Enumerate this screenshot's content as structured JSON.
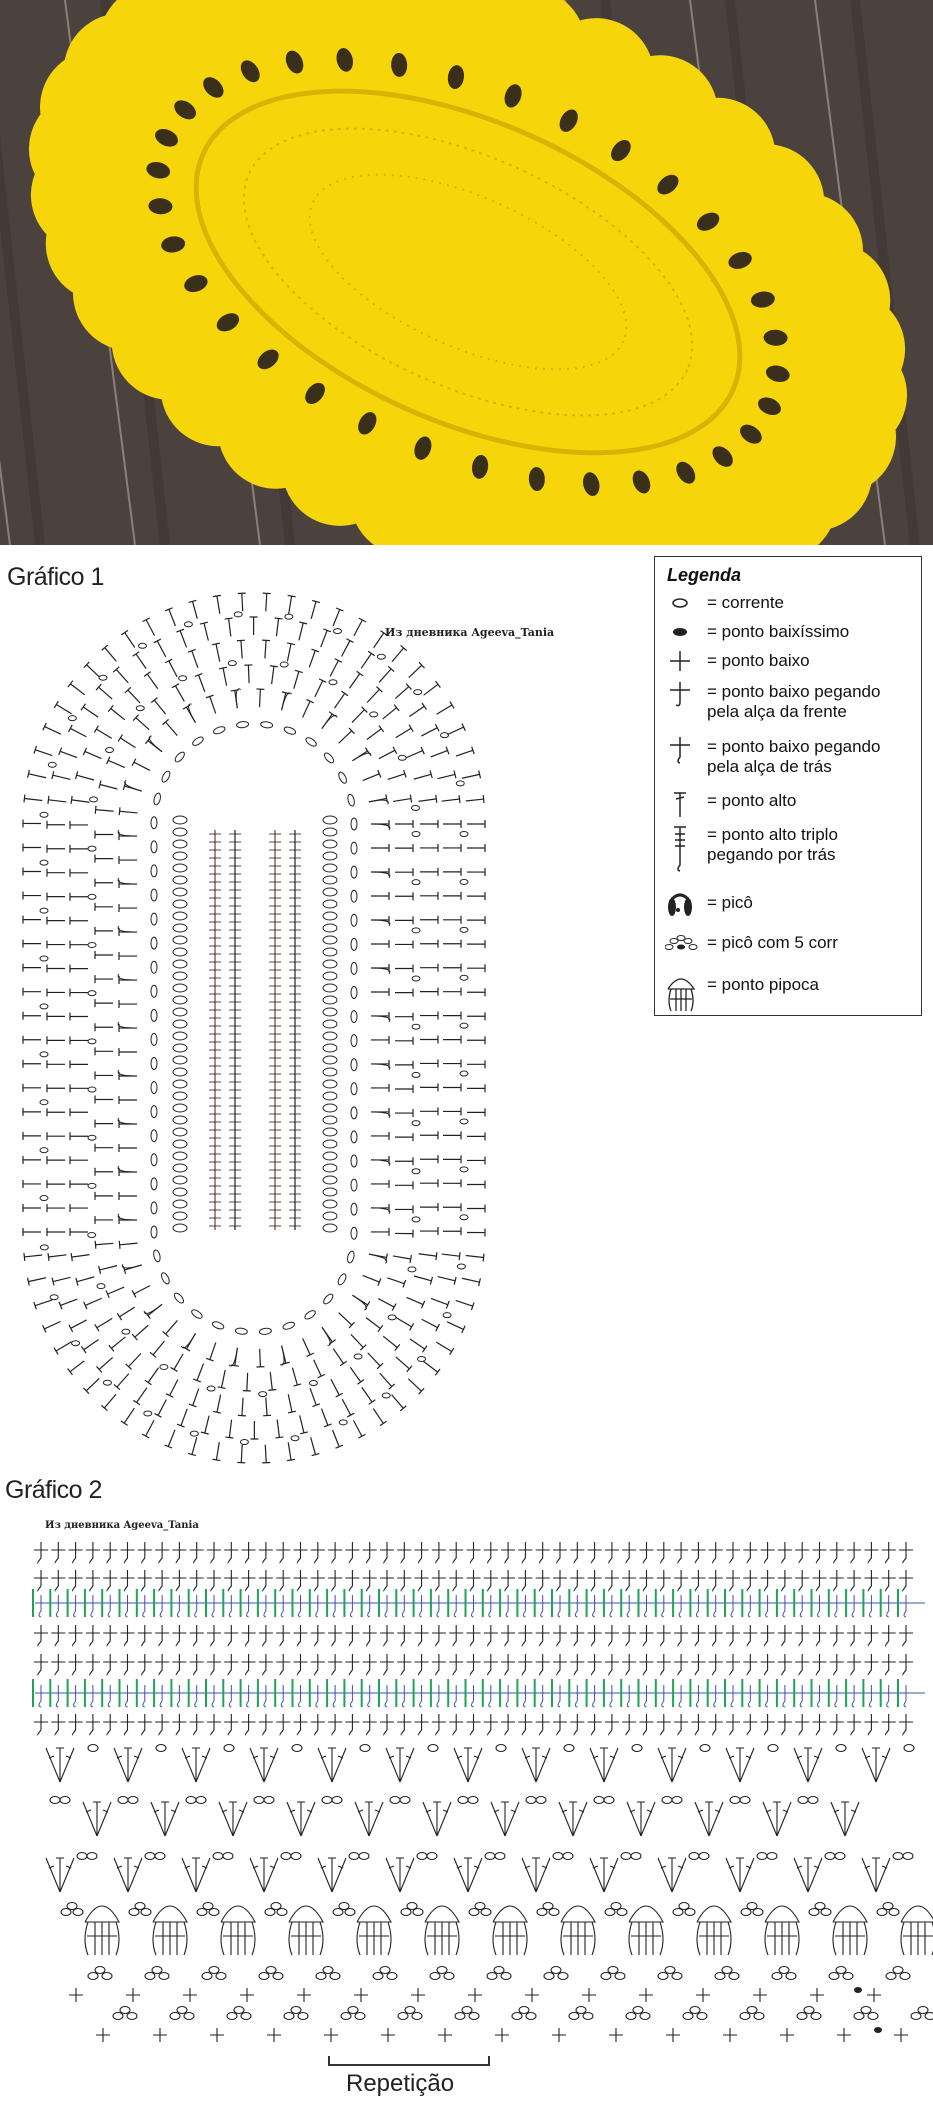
{
  "graph1": {
    "title": "Gráfico 1",
    "watermark": "Из дневника Ageeva_Tania"
  },
  "graph2": {
    "title": "Gráfico 2",
    "watermark": "Из дневника Ageeva_Tania",
    "repeat_label": "Repetição"
  },
  "legend": {
    "title": "Legenda",
    "items": [
      {
        "icon": "chain-icon",
        "label": "= corrente"
      },
      {
        "icon": "slip-stitch-icon",
        "label": "= ponto baixíssimo"
      },
      {
        "icon": "single-crochet-icon",
        "label": "= ponto baixo"
      },
      {
        "icon": "sc-front-loop-icon",
        "label": "= ponto baixo pegando\npela alça da frente"
      },
      {
        "icon": "sc-back-loop-icon",
        "label": "= ponto baixo pegando\npela alça de trás"
      },
      {
        "icon": "double-crochet-icon",
        "label": "= ponto alto"
      },
      {
        "icon": "triple-crochet-back-post-icon",
        "label": "= ponto alto triplo\npegando por trás"
      },
      {
        "icon": "picot-icon",
        "label": "= picô"
      },
      {
        "icon": "picot-5-chain-icon",
        "label": "= picô com 5 corr"
      },
      {
        "icon": "popcorn-icon",
        "label": "= ponto pipoca"
      }
    ]
  },
  "colors": {
    "rug": "#f6d60a",
    "rug_shade": "#d8b400",
    "wood": "#4b423e",
    "ink": "#222222",
    "green": "#1fa35a",
    "blue": "#3b4fb0"
  }
}
